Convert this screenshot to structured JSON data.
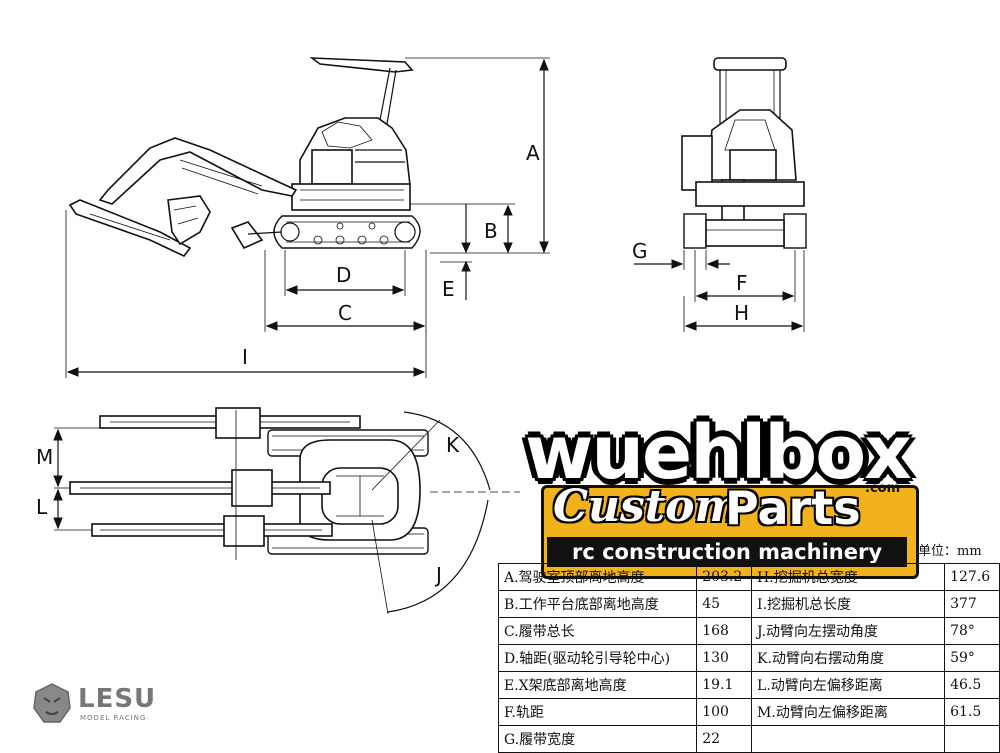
{
  "dimension_labels": {
    "A": "A",
    "B": "B",
    "C": "C",
    "D": "D",
    "E": "E",
    "F": "F",
    "G": "G",
    "H": "H",
    "I": "I",
    "J": "J",
    "K": "K",
    "L": "L",
    "M": "M"
  },
  "logo": {
    "brand": "wuehlbox",
    "custom": "Custom",
    "parts": "Parts",
    "com": ".com",
    "tagline": "rc construction machinery"
  },
  "unit_label": "单位：mm",
  "spec_rows": [
    {
      "l1": "A.驾驶室顶部离地高度",
      "v1": "203.2",
      "l2": "H.挖掘机总宽度",
      "v2": "127.6"
    },
    {
      "l1": "B.工作平台底部离地高度",
      "v1": "45",
      "l2": "I.挖掘机总长度",
      "v2": "377"
    },
    {
      "l1": "C.履带总长",
      "v1": "168",
      "l2": "J.动臂向左摆动角度",
      "v2": "78°"
    },
    {
      "l1": "D.轴距(驱动轮引导轮中心)",
      "v1": "130",
      "l2": "K.动臂向右摆动角度",
      "v2": "59°"
    },
    {
      "l1": "E.X架底部离地高度",
      "v1": "19.1",
      "l2": "L.动臂向左偏移距离",
      "v2": "46.5"
    },
    {
      "l1": "F.轨距",
      "v1": "100",
      "l2": "M.动臂向左偏移距离",
      "v2": "61.5"
    },
    {
      "l1": "G.履带宽度",
      "v1": "22",
      "l2": "",
      "v2": ""
    }
  ],
  "lesu": {
    "word": "LESU",
    "sub": "MODEL RACING"
  }
}
